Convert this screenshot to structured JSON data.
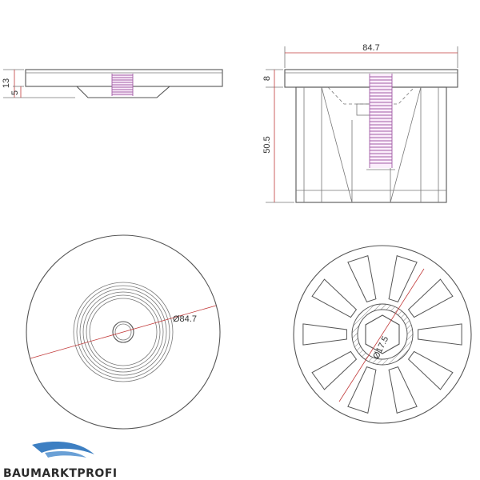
{
  "dimensions": {
    "side_height_total": "13",
    "side_height_base": "5",
    "front_width": "84.7",
    "front_top_thickness": "8",
    "front_height": "50.5",
    "top_diameter": "Ø84.7",
    "bottom_hex": "Ø17.5"
  },
  "brand": {
    "name": "BAUMARKTPROFI",
    "colors": {
      "swoosh": "#3d7fc2",
      "text": "#2b2b2b"
    }
  }
}
